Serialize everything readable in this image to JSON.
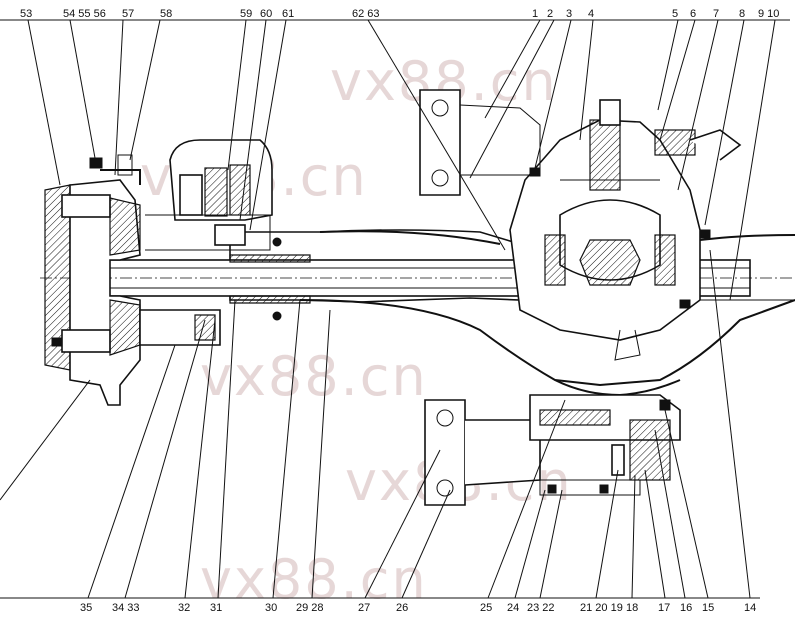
{
  "watermark": "vx88.cn",
  "top_labels": [
    "53",
    "54 55 56",
    "57",
    "58",
    "59",
    "60",
    "61",
    "62 63",
    "1",
    "2",
    "3",
    "4",
    "5",
    "6",
    "7",
    "8",
    "9 10"
  ],
  "bottom_labels": [
    "35",
    "34 33",
    "32",
    "31",
    "30",
    "29 28",
    "27",
    "26",
    "25",
    "24",
    "23 22",
    "21 20 19",
    "18",
    "17",
    "16",
    "15",
    "14"
  ],
  "colors": {
    "line": "#111111",
    "watermark": "#e6d7d7",
    "background": "#ffffff"
  }
}
